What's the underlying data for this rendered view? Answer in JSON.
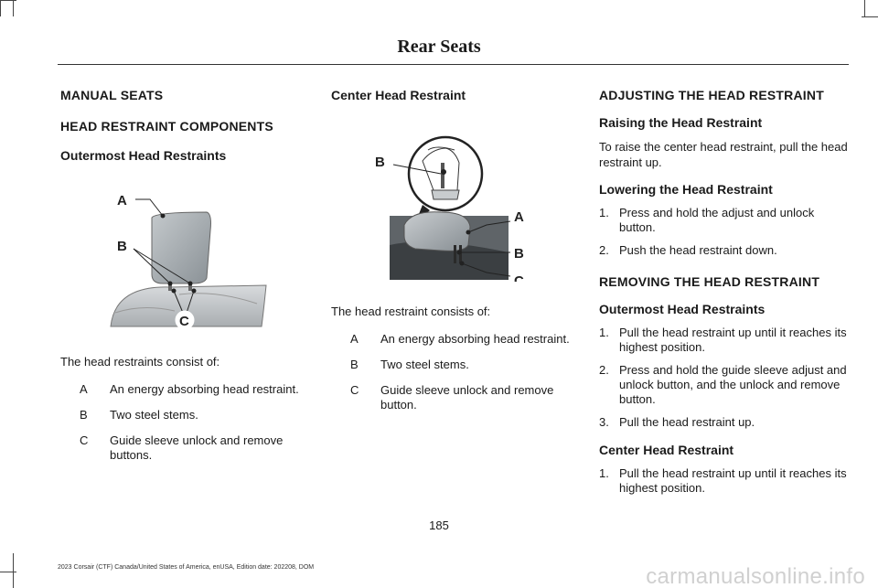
{
  "header": {
    "title": "Rear Seats"
  },
  "col1": {
    "section_title": "MANUAL SEATS",
    "subsection_title": "HEAD RESTRAINT COMPONENTS",
    "heading": "Outermost Head Restraints",
    "figure_labels": {
      "a": "A",
      "b": "B",
      "c": "C"
    },
    "intro": "The head restraints consist of:",
    "legend": [
      {
        "key": "A",
        "text": "An energy absorbing head restraint."
      },
      {
        "key": "B",
        "text": "Two steel stems."
      },
      {
        "key": "C",
        "text": "Guide sleeve unlock and remove buttons."
      }
    ]
  },
  "col2": {
    "heading": "Center Head Restraint",
    "figure_labels": {
      "a": "A",
      "b": "B",
      "c": "C",
      "b_top": "B"
    },
    "intro": "The head restraint consists of:",
    "legend": [
      {
        "key": "A",
        "text": "An energy absorbing head restraint."
      },
      {
        "key": "B",
        "text": "Two steel stems."
      },
      {
        "key": "C",
        "text": "Guide sleeve unlock and remove button."
      }
    ]
  },
  "col3": {
    "section_title": "ADJUSTING THE HEAD RESTRAINT",
    "raising_heading": "Raising the Head Restraint",
    "raising_text": "To raise the center head restraint, pull the head restraint up.",
    "lowering_heading": "Lowering the Head Restraint",
    "lowering_steps": [
      {
        "num": "1.",
        "text": "Press and hold the adjust and unlock button."
      },
      {
        "num": "2.",
        "text": "Push the head restraint down."
      }
    ],
    "removing_title": "REMOVING THE HEAD RESTRAINT",
    "outermost_heading": "Outermost Head Restraints",
    "outermost_steps": [
      {
        "num": "1.",
        "text": "Pull the head restraint up until it reaches its highest position."
      },
      {
        "num": "2.",
        "text": "Press and hold the guide sleeve adjust and unlock button, and the unlock and remove button."
      },
      {
        "num": "3.",
        "text": "Pull the head restraint up."
      }
    ],
    "center_heading": "Center Head Restraint",
    "center_steps": [
      {
        "num": "1.",
        "text": "Pull the head restraint up until it reaches its highest position."
      }
    ]
  },
  "page_number": "185",
  "footer": "2023 Corsair (CTF) Canada/United States of America, enUSA, Edition date: 202208, DOM",
  "watermark": "carmanualsonline.info"
}
